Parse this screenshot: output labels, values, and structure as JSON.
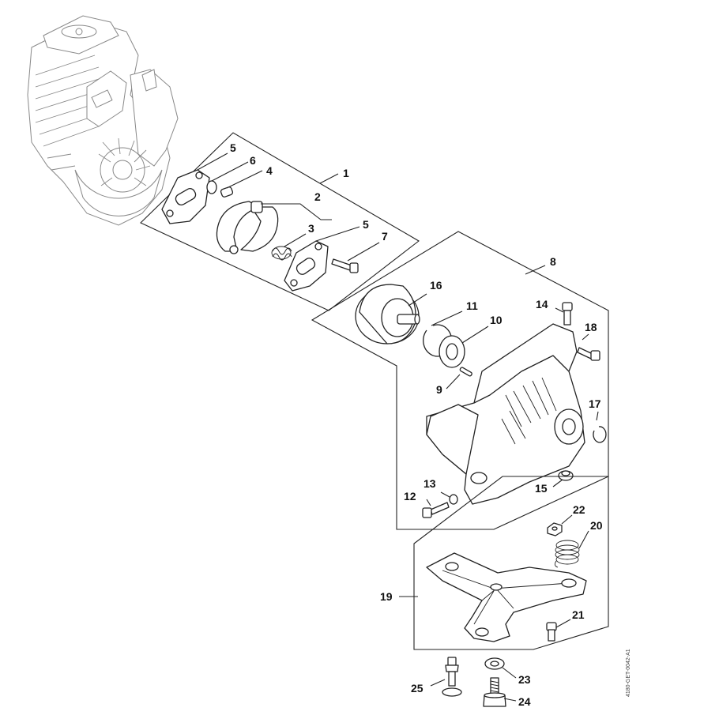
{
  "labels": {
    "l1": "1",
    "l2": "2",
    "l3": "3",
    "l4": "4",
    "l5a": "5",
    "l5b": "5",
    "l6": "6",
    "l7": "7",
    "l8": "8",
    "l9": "9",
    "l10": "10",
    "l11": "11",
    "l12": "12",
    "l13": "13",
    "l14": "14",
    "l15": "15",
    "l16": "16",
    "l17": "17",
    "l18": "18",
    "l19": "19",
    "l20": "20",
    "l21": "21",
    "l22": "22",
    "l23": "23",
    "l24": "24",
    "l25": "25"
  },
  "drawing_code": "4180-GET-0042-A1"
}
